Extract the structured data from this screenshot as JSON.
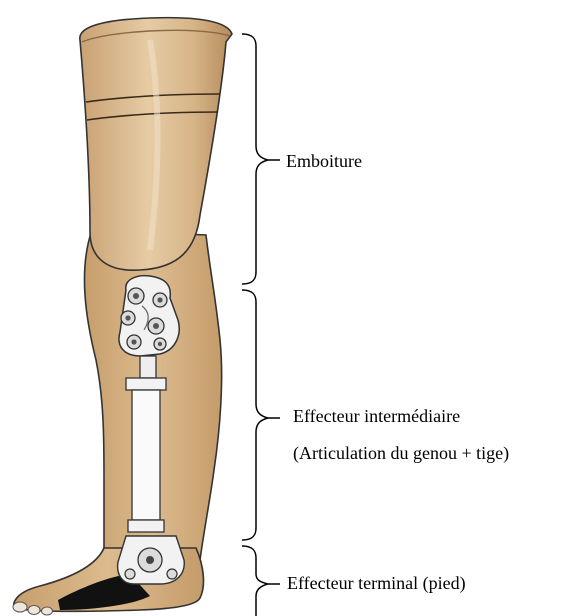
{
  "labels": {
    "socket": "Emboiture",
    "intermediate_line1": "Effecteur intermédiaire",
    "intermediate_line2": "(Articulation du genou + tige)",
    "terminal": "Effecteur terminal (pied)"
  },
  "colors": {
    "skin": "#d8b588",
    "skin_shadow": "#b98f60",
    "socket": "#dcc09a",
    "socket_light": "#efdcc0",
    "metal": "#f4f4f4",
    "outline": "#222222",
    "sole": "#111111"
  }
}
